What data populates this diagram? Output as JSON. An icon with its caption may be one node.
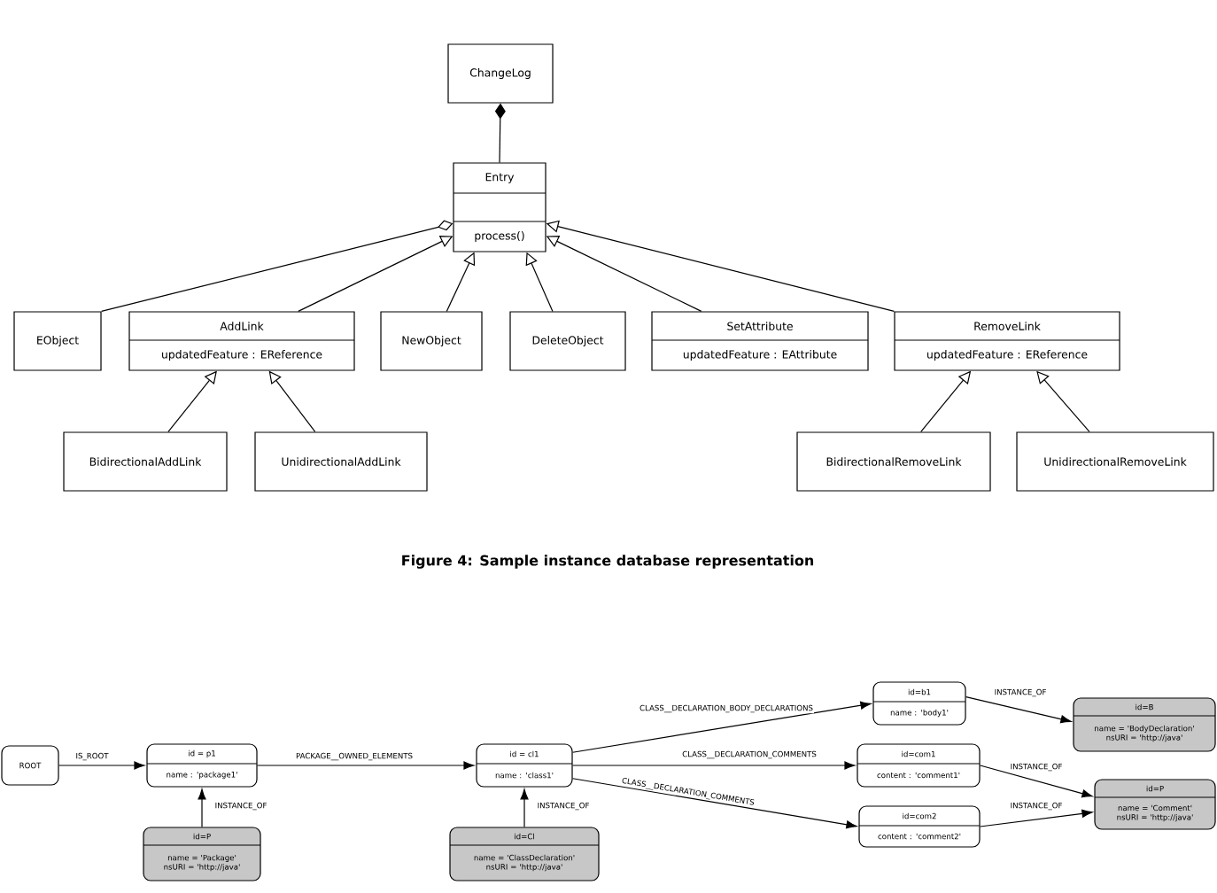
{
  "diagram": {
    "caption": "Figure 4:   Sample instance database representation",
    "nodes": [
      {
        "text": [
          "ChangeLog"
        ]
      },
      {
        "text": [
          "Entry",
          "process()"
        ]
      },
      {
        "text": [
          "EObject"
        ]
      },
      {
        "text": [
          "AddLink",
          "updatedFeature : EReference"
        ]
      },
      {
        "text": [
          "NewObject"
        ]
      },
      {
        "text": [
          "DeleteObject"
        ]
      },
      {
        "text": [
          "SetAttribute",
          "updatedFeature : EAttribute"
        ]
      },
      {
        "text": [
          "RemoveLink",
          "updatedFeature : EReference"
        ]
      },
      {
        "text": [
          "BidirectionalAddLink"
        ]
      },
      {
        "text": [
          "UnidirectionalAddLink"
        ]
      },
      {
        "text": [
          "BidirectionalRemoveLink"
        ]
      },
      {
        "text": [
          "UnidirectionalRemoveLink"
        ]
      },
      {
        "text": [
          "ROOT"
        ]
      },
      {
        "text": [
          "id = p1",
          "name : 'package1'"
        ]
      },
      {
        "text": [
          "id = cl1",
          "name : 'class1'"
        ]
      },
      {
        "text": [
          "id=b1",
          "name : 'body1'"
        ]
      },
      {
        "text": [
          "id=com1",
          "content : 'comment1'"
        ]
      },
      {
        "text": [
          "id=com2",
          "content : 'comment2'"
        ]
      },
      {
        "text": [
          "id=P",
          "name = 'Package' nsURI = 'http://java'"
        ]
      },
      {
        "text": [
          "id=Cl",
          "name = 'ClassDeclaration' nsURI = 'http://java'"
        ]
      },
      {
        "text": [
          "id=B",
          "name = 'BodyDeclaration' nsURI = 'http://java'"
        ]
      },
      {
        "text": [
          "id=P",
          "name = 'Comment' nsURI = 'http://java'"
        ]
      }
    ],
    "edges": [
      {
        "from": 1,
        "to": 0,
        "arrow": "other"
      },
      {
        "from": 2,
        "to": 1,
        "arrow": "other"
      },
      {
        "from": 3,
        "to": 1,
        "arrow": "to"
      },
      {
        "from": 4,
        "to": 1,
        "arrow": "to"
      },
      {
        "from": 5,
        "to": 1,
        "arrow": "to"
      },
      {
        "from": 6,
        "to": 1,
        "arrow": "to"
      },
      {
        "from": 7,
        "to": 1,
        "arrow": "to"
      },
      {
        "from": 8,
        "to": 3,
        "arrow": "to"
      },
      {
        "from": 9,
        "to": 3,
        "arrow": "to"
      },
      {
        "from": 10,
        "to": 7,
        "arrow": "to"
      },
      {
        "from": 11,
        "to": 7,
        "arrow": "to"
      },
      {
        "from": 12,
        "to": 13,
        "arrow": "to",
        "label": "IS_ROOT"
      },
      {
        "from": 13,
        "to": 14,
        "arrow": "to",
        "label": "PACKAGE__OWNED_ELEMENTS"
      },
      {
        "from": 14,
        "to": 15,
        "arrow": "to",
        "label": "CLASS__DECLARATION_BODY_DECLARATIONS"
      },
      {
        "from": 14,
        "to": 16,
        "arrow": "to",
        "label": "CLASS__DECLARATION_COMMENTS"
      },
      {
        "from": 14,
        "to": 17,
        "arrow": "to",
        "label": "CLASS__DECLARATION_COMMENTS"
      },
      {
        "from": 18,
        "to": 13,
        "arrow": "to",
        "label": "INSTANCE_OF"
      },
      {
        "from": 19,
        "to": 14,
        "arrow": "to",
        "label": "INSTANCE_OF"
      },
      {
        "from": 15,
        "to": 20,
        "arrow": "to",
        "label": "INSTANCE_OF"
      },
      {
        "from": 16,
        "to": 21,
        "arrow": "to",
        "label": "INSTANCE_OF"
      },
      {
        "from": 17,
        "to": 21,
        "arrow": "to",
        "label": "INSTANCE_OF"
      }
    ]
  }
}
